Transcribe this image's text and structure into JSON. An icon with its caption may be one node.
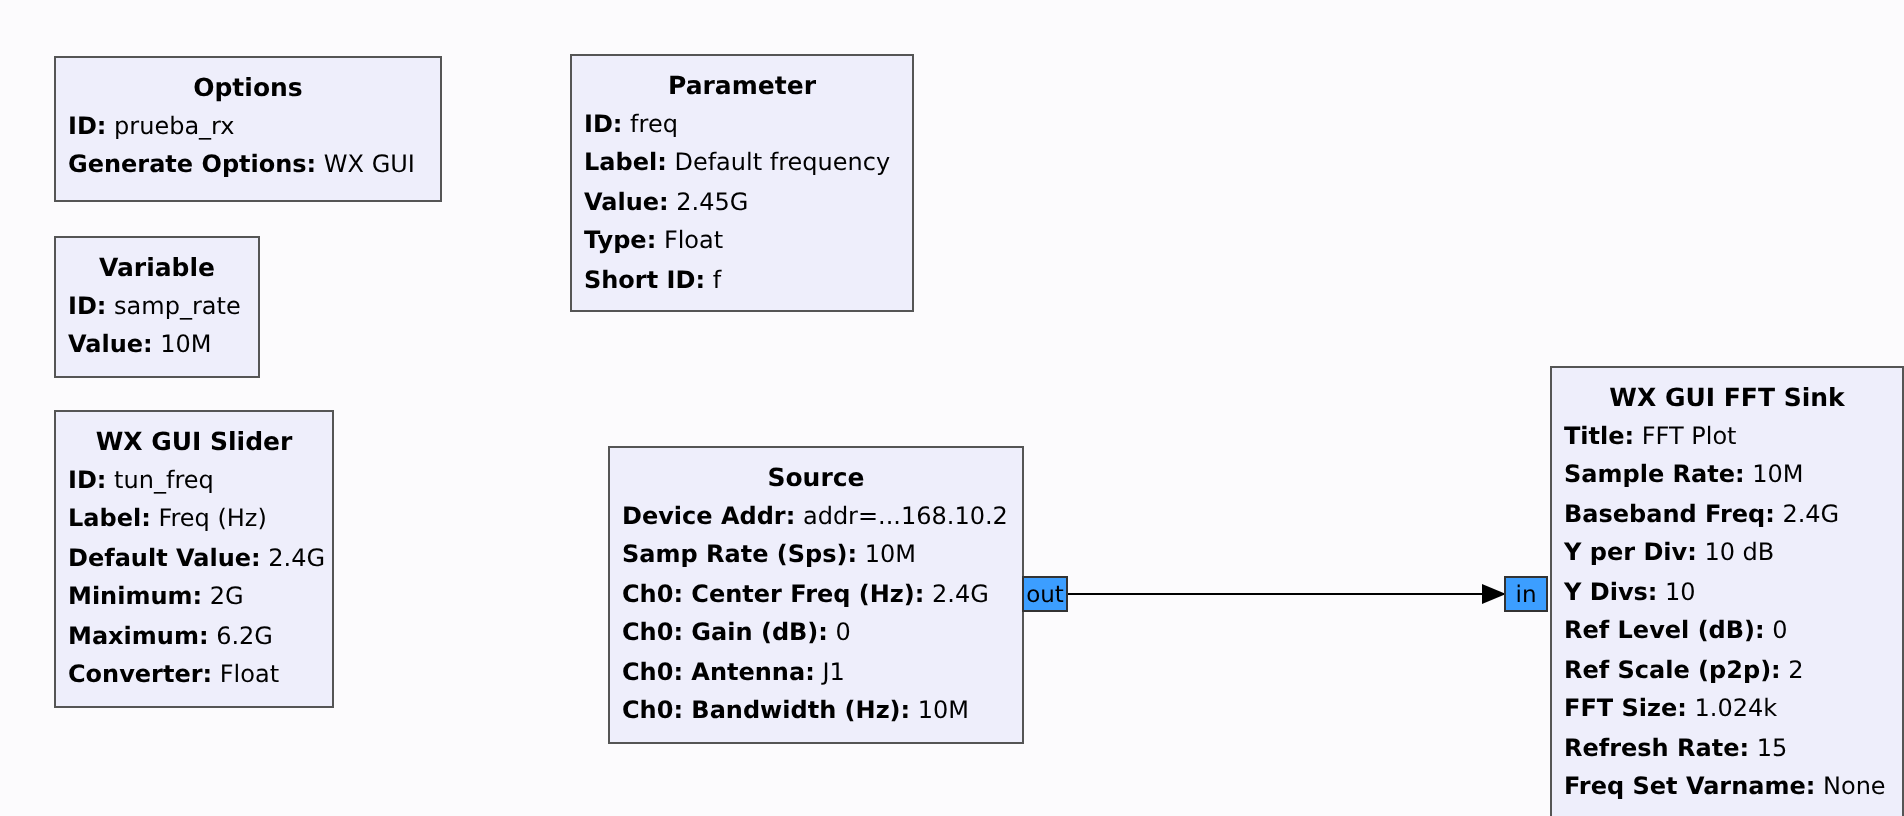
{
  "diagram": {
    "nodes": [
      {
        "text": [
          "Options",
          "**ID:** prueba_rx",
          "**Generate Options:** WX GUI"
        ]
      },
      {
        "text": [
          "Parameter",
          "**ID:** freq",
          "**Label:** Default frequency",
          "**Value:** 2.45G",
          "**Type:** Float",
          "**Short ID:** f"
        ]
      },
      {
        "text": [
          "Variable",
          "**ID:** samp_rate",
          "**Value:** 10M"
        ]
      },
      {
        "text": [
          "WX GUI Slider",
          "**ID:** tun_freq",
          "**Label:** Freq (Hz)",
          "**Default Value:** 2.4G",
          "**Minimum:** 2G",
          "**Maximum:** 6.2G",
          "**Converter:** Float"
        ]
      },
      {
        "text": [
          "Source",
          "**Device Addr:** addr=...168.10.2",
          "**Samp Rate (Sps):** 10M",
          "**Ch0: Center Freq (Hz):** 2.4G",
          "**Ch0: Gain (dB):** 0",
          "**Ch0: Antenna:** J1",
          "**Ch0: Bandwidth (Hz):** 10M"
        ]
      },
      {
        "text": [
          "out"
        ]
      },
      {
        "text": [
          "in"
        ]
      },
      {
        "text": [
          "WX GUI FFT Sink",
          "**Title:** FFT Plot",
          "**Sample Rate:** 10M",
          "**Baseband Freq:** 2.4G",
          "**Y per Div:** 10 dB",
          "**Y Divs:** 10",
          "**Ref Level (dB):** 0",
          "**Ref Scale (p2p):** 2",
          "**FFT Size:** 1.024k",
          "**Refresh Rate:** 15",
          "**Freq Set Varname:** None"
        ]
      }
    ],
    "edges": [
      {
        "from": 5,
        "to": 6,
        "arrow": "to"
      }
    ]
  }
}
